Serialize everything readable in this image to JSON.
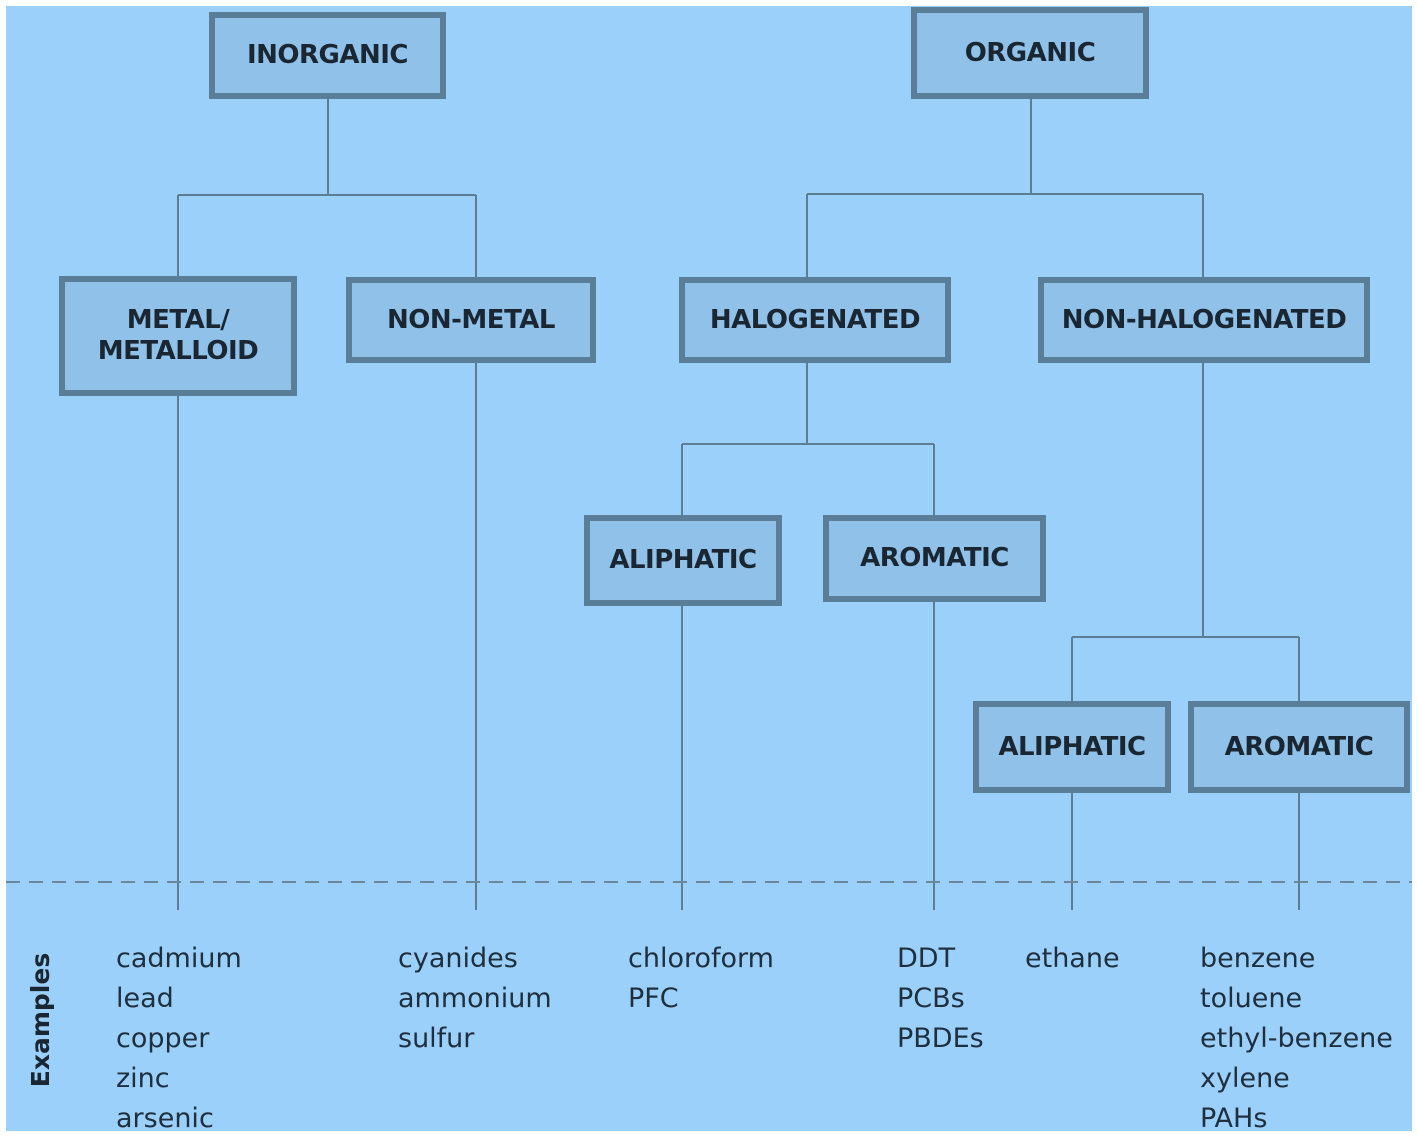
{
  "diagram": {
    "nodes": {
      "inorganic": "INORGANIC",
      "organic": "ORGANIC",
      "metal_metalloid": "METAL/\nMETALLOID",
      "non_metal": "NON-METAL",
      "halogenated": "HALOGENATED",
      "non_halogenated": "NON-HALOGENATED",
      "halogenated_aliphatic": "ALIPHATIC",
      "halogenated_aromatic": "AROMATIC",
      "non_halogenated_aliphatic": "ALIPHATIC",
      "non_halogenated_aromatic": "AROMATIC"
    },
    "examples_label": "Examples",
    "examples": {
      "metal_metalloid": [
        "cadmium",
        "lead",
        "copper",
        "zinc",
        "arsenic"
      ],
      "non_metal": [
        "cyanides",
        "ammonium",
        "sulfur"
      ],
      "halogenated_aliphatic": [
        "chloroform",
        "PFC"
      ],
      "halogenated_aromatic": [
        "DDT",
        "PCBs",
        "PBDEs"
      ],
      "non_halogenated_aliphatic": [
        "ethane"
      ],
      "non_halogenated_aromatic": [
        "benzene",
        "toluene",
        "ethyl-benzene",
        "xylene",
        "PAHs"
      ]
    },
    "colors": {
      "background": "#9bd0fb",
      "box_fill": "#8fc1e9",
      "box_border": "#5a7e97",
      "connector": "#5d7d92",
      "dashed_line": "#6c8799",
      "text": "#1a2733"
    }
  }
}
